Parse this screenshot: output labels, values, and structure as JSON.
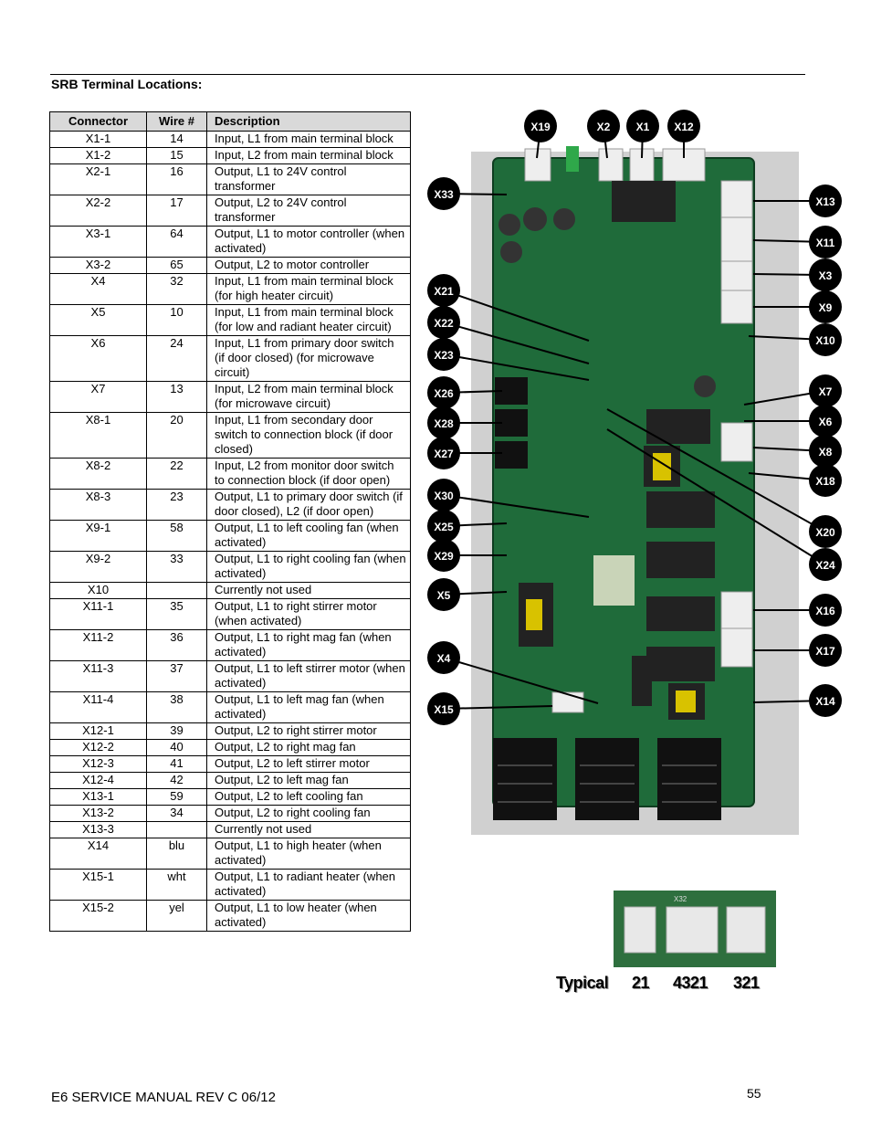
{
  "section_title": "SRB Terminal Locations:",
  "table": {
    "headers": [
      "Connector",
      "Wire #",
      "Description"
    ],
    "rows": [
      {
        "connector": "X1-1",
        "wire": "14",
        "desc": "Input, L1 from main terminal block"
      },
      {
        "connector": "X1-2",
        "wire": "15",
        "desc": "Input, L2 from main terminal block"
      },
      {
        "connector": "X2-1",
        "wire": "16",
        "desc": "Output, L1 to 24V control transformer"
      },
      {
        "connector": "X2-2",
        "wire": "17",
        "desc": "Output, L2 to 24V control transformer"
      },
      {
        "connector": "X3-1",
        "wire": "64",
        "desc": "Output, L1 to motor controller (when activated)"
      },
      {
        "connector": "X3-2",
        "wire": "65",
        "desc": "Output, L2 to motor controller"
      },
      {
        "connector": "X4",
        "wire": "32",
        "desc": "Input, L1 from main terminal block (for high heater circuit)"
      },
      {
        "connector": "X5",
        "wire": "10",
        "desc": "Input, L1 from main terminal block (for low and radiant heater circuit)"
      },
      {
        "connector": "X6",
        "wire": "24",
        "desc": "Input, L1 from primary door switch (if door closed) (for microwave circuit)"
      },
      {
        "connector": "X7",
        "wire": "13",
        "desc": "Input, L2 from main terminal block (for microwave circuit)"
      },
      {
        "connector": "X8-1",
        "wire": "20",
        "desc": "Input, L1 from secondary door switch to connection block (if door closed)"
      },
      {
        "connector": "X8-2",
        "wire": "22",
        "desc": "Input, L2 from monitor door switch to connection block (if door open)"
      },
      {
        "connector": "X8-3",
        "wire": "23",
        "desc": "Output, L1 to primary door switch (if door closed), L2 (if door open)"
      },
      {
        "connector": "X9-1",
        "wire": "58",
        "desc": "Output, L1 to left cooling fan (when activated)"
      },
      {
        "connector": "X9-2",
        "wire": "33",
        "desc": "Output, L1 to right cooling fan (when activated)"
      },
      {
        "connector": "X10",
        "wire": "",
        "desc": "Currently not used"
      },
      {
        "connector": "X11-1",
        "wire": "35",
        "desc": "Output, L1 to right stirrer motor (when activated)"
      },
      {
        "connector": "X11-2",
        "wire": "36",
        "desc": "Output, L1 to right mag fan (when activated)"
      },
      {
        "connector": "X11-3",
        "wire": "37",
        "desc": "Output, L1 to left stirrer motor (when activated)"
      },
      {
        "connector": "X11-4",
        "wire": "38",
        "desc": "Output, L1 to left mag fan (when activated)"
      },
      {
        "connector": "X12-1",
        "wire": "39",
        "desc": "Output, L2 to right stirrer motor"
      },
      {
        "connector": "X12-2",
        "wire": "40",
        "desc": "Output, L2 to right mag fan"
      },
      {
        "connector": "X12-3",
        "wire": "41",
        "desc": "Output, L2 to left stirrer motor"
      },
      {
        "connector": "X12-4",
        "wire": "42",
        "desc": "Output, L2 to left mag fan"
      },
      {
        "connector": "X13-1",
        "wire": "59",
        "desc": "Output, L2 to left cooling fan"
      },
      {
        "connector": "X13-2",
        "wire": "34",
        "desc": "Output, L2 to right cooling fan"
      },
      {
        "connector": "X13-3",
        "wire": "",
        "desc": "Currently not used"
      },
      {
        "connector": "X14",
        "wire": "blu",
        "desc": "Output, L1 to high heater (when activated)"
      },
      {
        "connector": "X15-1",
        "wire": "wht",
        "desc": "Output, L1 to radiant heater (when activated)"
      },
      {
        "connector": "X15-2",
        "wire": "yel",
        "desc": "Output, L1 to low heater (when activated)"
      }
    ]
  },
  "board_labels": {
    "top": [
      "X19",
      "X2",
      "X1",
      "X12"
    ],
    "left": [
      "X33",
      "X21",
      "X22",
      "X23",
      "X26",
      "X28",
      "X27",
      "X30",
      "X25",
      "X29",
      "X5",
      "X4",
      "X15"
    ],
    "right": [
      "X13",
      "X11",
      "X3",
      "X9",
      "X10",
      "X7",
      "X6",
      "X8",
      "X18",
      "X20",
      "X24",
      "X16",
      "X17",
      "X14"
    ]
  },
  "inset_label": "X32",
  "typical": [
    "Typical",
    "21",
    "4321",
    "321"
  ],
  "footer": {
    "manual": "E6 SERVICE MANUAL REV C 06/12",
    "page": "55"
  },
  "colors": {
    "board_green": "#1f6b3a",
    "header_gray": "#d9d9d9"
  }
}
